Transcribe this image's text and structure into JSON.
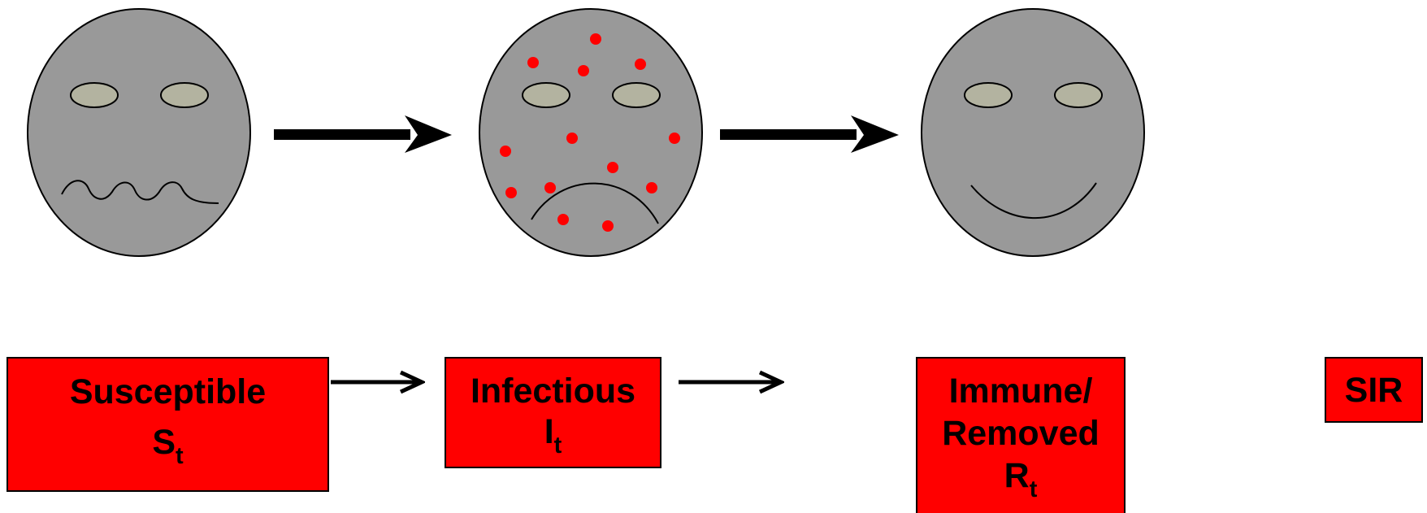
{
  "colors": {
    "box_fill": "#ff0000",
    "face_fill": "#999999",
    "eye_fill": "#b3b3a0",
    "spot_fill": "#ff0000",
    "stroke": "#000000"
  },
  "faces": [
    {
      "name": "susceptible-face",
      "mouth": "wavy",
      "spots": false
    },
    {
      "name": "infectious-face",
      "mouth": "frown",
      "spots": true
    },
    {
      "name": "immune-face",
      "mouth": "smile",
      "spots": false
    }
  ],
  "stages": {
    "susceptible": {
      "label": "Susceptible",
      "symbol": "S",
      "subscript": "t"
    },
    "infectious": {
      "label": "Infectious",
      "symbol": "I",
      "subscript": "t"
    },
    "removed": {
      "label_line1": "Immune/",
      "label_line2": "Removed",
      "symbol": "R",
      "subscript": "t"
    }
  },
  "model": {
    "label": "SIR"
  }
}
